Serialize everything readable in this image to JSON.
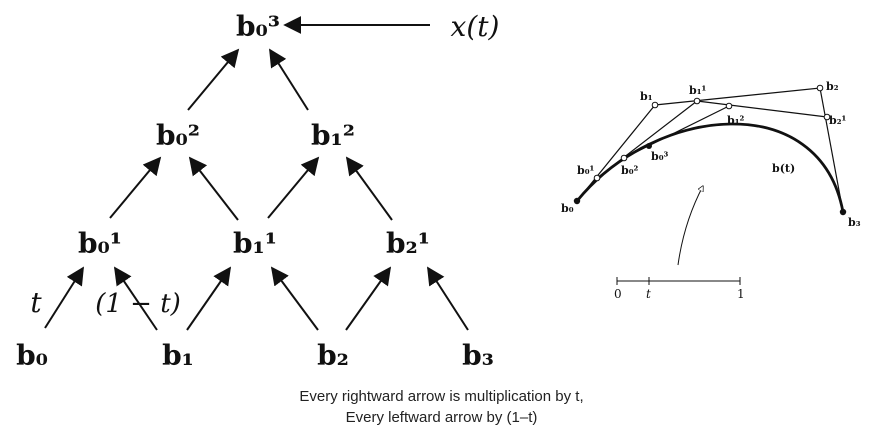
{
  "pyramid": {
    "output_label": "x(t)",
    "factor_t": "t",
    "factor_one_minus_t": "(1 − t)",
    "nodes": {
      "b03": "b₀³",
      "b02": "b₀²",
      "b12": "b₁²",
      "b01": "b₀¹",
      "b11": "b₁¹",
      "b21": "b₂¹",
      "b0": "b₀",
      "b1": "b₁",
      "b2": "b₂",
      "b3": "b₃"
    }
  },
  "curve_figure": {
    "curve_label": "b(t)",
    "axis_start": "0",
    "axis_param": "t",
    "axis_end": "1",
    "points": {
      "b0": "b₀",
      "b1": "b₁",
      "b2": "b₂",
      "b3": "b₃",
      "b01": "b₀¹",
      "b11": "b₁¹",
      "b21": "b₂¹",
      "b02": "b₀²",
      "b12": "b₁²",
      "b03": "b₀³"
    }
  },
  "caption": {
    "line1": "Every rightward arrow is multiplication by t,",
    "line2": "Every leftward arrow by (1–t)"
  }
}
